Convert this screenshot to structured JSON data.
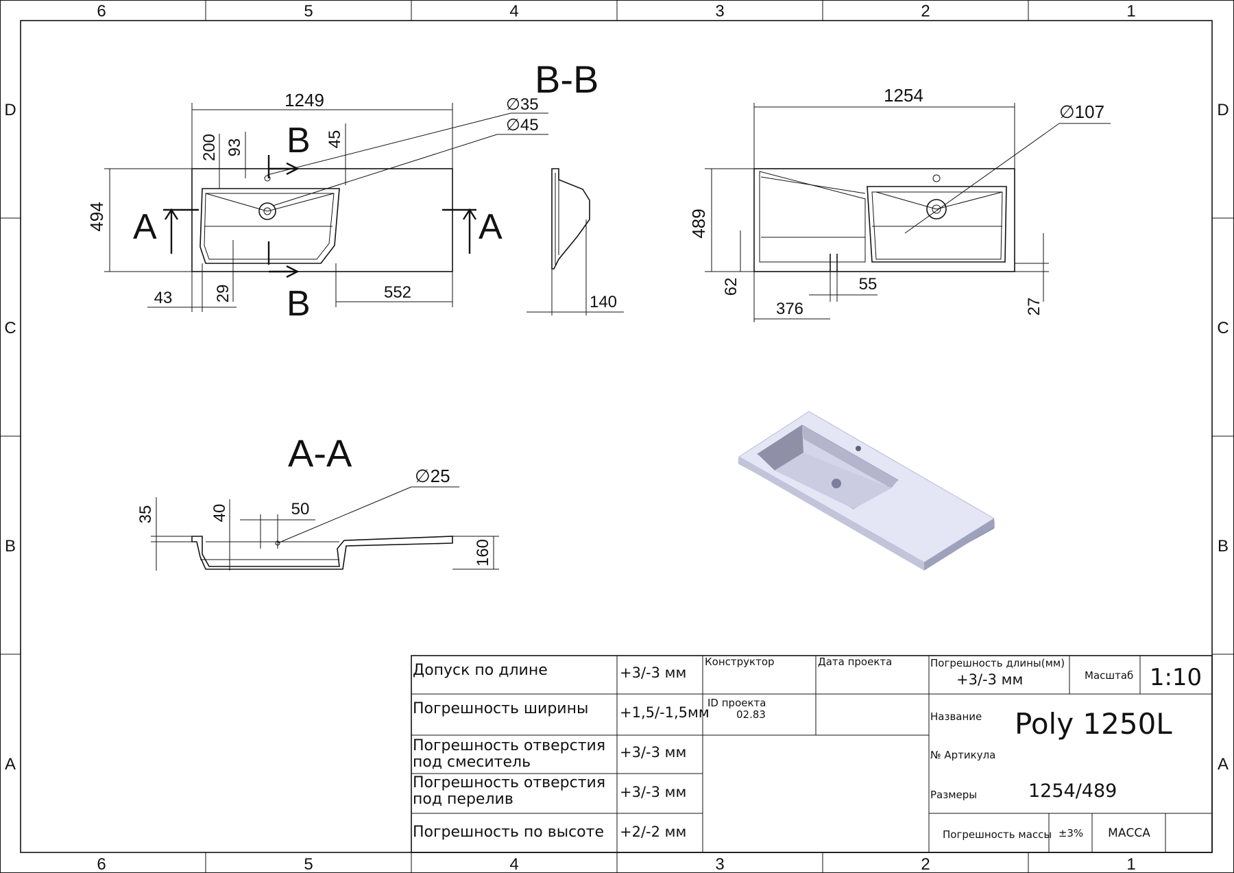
{
  "frame": {
    "columns": [
      "6",
      "5",
      "4",
      "3",
      "2",
      "1"
    ],
    "rows": [
      "D",
      "C",
      "B",
      "A"
    ]
  },
  "views": {
    "top_left": {
      "section_label": "B-B",
      "cut_a": "A",
      "cut_b": "B",
      "dims": {
        "width": "1249",
        "height": "494",
        "d200": "200",
        "d93": "93",
        "d45": "45",
        "diam35": "35",
        "diam45": "45",
        "d43": "43",
        "d29": "29",
        "d552": "552"
      }
    },
    "side": {
      "d140": "140"
    },
    "top_right": {
      "dims": {
        "width": "1254",
        "height": "489",
        "diam107": "107",
        "d62": "62",
        "d55": "55",
        "d376": "376",
        "d27": "27"
      }
    },
    "section_aa": {
      "label": "A-A",
      "dims": {
        "diam25": "25",
        "d35": "35",
        "d40": "40",
        "d50": "50",
        "d160": "160"
      }
    },
    "diameter_symbol": "∅"
  },
  "title_block": {
    "tolerances": [
      {
        "label": "Допуск по длине",
        "value": "+3/-3 мм"
      },
      {
        "label": "Погрешность ширины",
        "value": "+1,5/-1,5мм"
      },
      {
        "label": "Погрешность отверстия под смеситель",
        "label_line1": "Погрешность отверстия",
        "label_line2": "под смеситель",
        "value": "+3/-3 мм"
      },
      {
        "label": "Погрешность отверстия под перелив",
        "label_line1": "Погрешность отверстия",
        "label_line2": "под перелив",
        "value": "+3/-3 мм"
      },
      {
        "label": "Погрешность по высоте",
        "value": "+2/-2 мм"
      }
    ],
    "designer_label": "Конструктор",
    "project_date_label": "Дата проекта",
    "project_id_label": "ID проекта",
    "project_id": "02.83",
    "length_error_label": "Погрешность длины(мм)",
    "length_error_value": "+3/-3 мм",
    "scale_label": "Масштаб",
    "scale_value": "1:10",
    "name_label": "Название",
    "name_value": "Poly 1250L",
    "article_label": "№ Артикула",
    "size_label": "Размеры",
    "size_value": "1254/489",
    "mass_error_label": "Погрешность массы",
    "mass_error_value": "±3%",
    "mass_label": "МАССА"
  }
}
